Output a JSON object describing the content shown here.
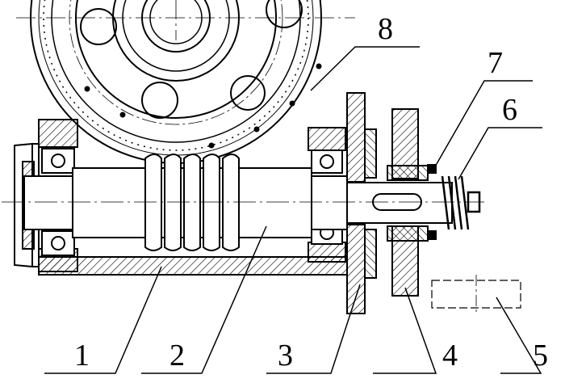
{
  "figure": {
    "callouts": [
      {
        "id": "1",
        "label": "1"
      },
      {
        "id": "2",
        "label": "2"
      },
      {
        "id": "3",
        "label": "3"
      },
      {
        "id": "4",
        "label": "4"
      },
      {
        "id": "5",
        "label": "5"
      },
      {
        "id": "6",
        "label": "6"
      },
      {
        "id": "7",
        "label": "7"
      },
      {
        "id": "8",
        "label": "8"
      }
    ]
  }
}
